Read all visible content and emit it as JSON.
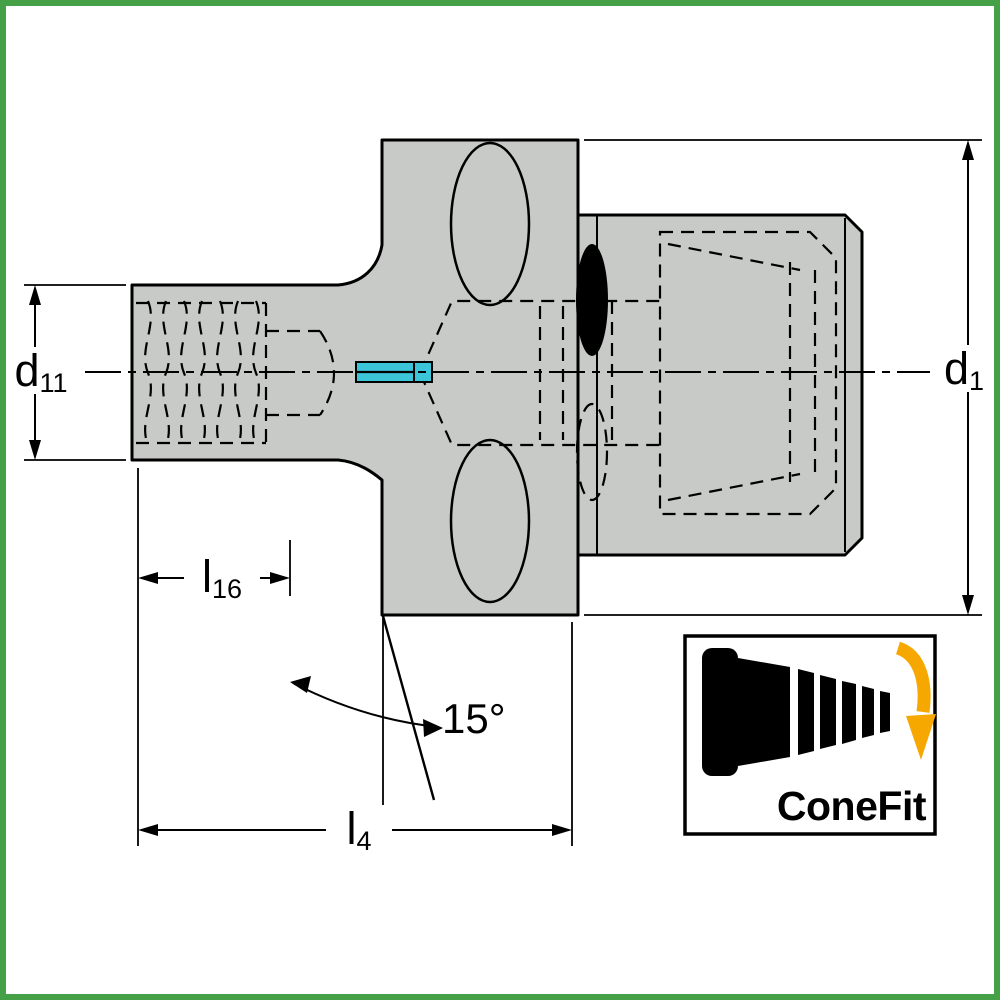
{
  "drawing": {
    "labels": {
      "d11": {
        "base": "d",
        "sub": "11"
      },
      "d1": {
        "base": "d",
        "sub": "1"
      },
      "l16": {
        "base": "l",
        "sub": "16"
      },
      "l4": {
        "base": "l",
        "sub": "4"
      },
      "angle": "15°"
    },
    "colors": {
      "frame": "#46a047",
      "part_fill": "#c7cac6",
      "line": "#000000",
      "highlight": "#3cc5d8",
      "logo_arrow": "#f7a800"
    }
  },
  "logo": {
    "text": "ConeFit",
    "icons": {
      "cone": "cone-icon",
      "rotation_arrow": "rotation-arrow-icon"
    }
  }
}
